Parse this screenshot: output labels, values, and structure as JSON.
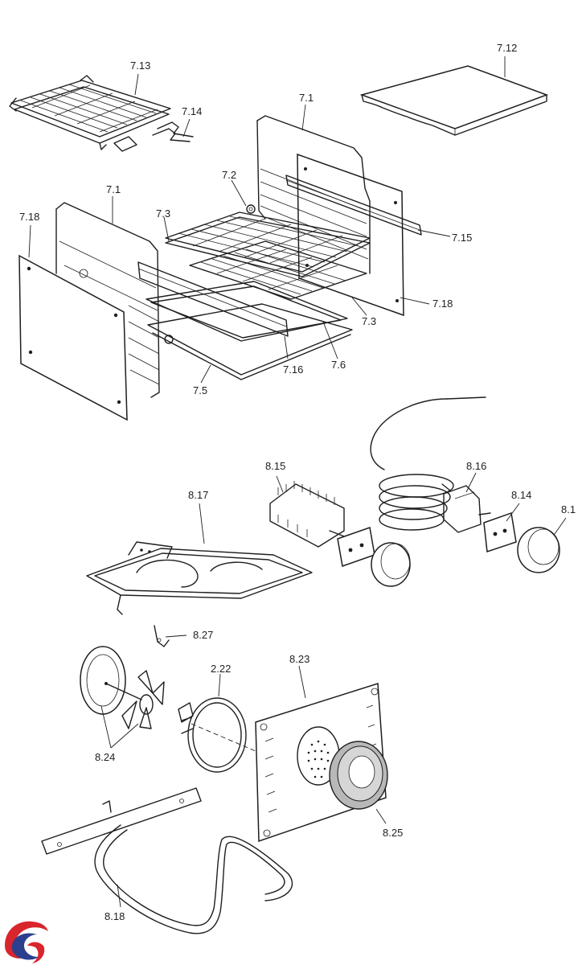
{
  "labels": {
    "l_7_13": "7.13",
    "l_7_14": "7.14",
    "l_7_12": "7.12",
    "l_7_1_right": "7.1",
    "l_7_2": "7.2",
    "l_7_1_left": "7.1",
    "l_7_3_top": "7.3",
    "l_7_18_left": "7.18",
    "l_7_15": "7.15",
    "l_7_18_right": "7.18",
    "l_7_3_bottom": "7.3",
    "l_7_16": "7.16",
    "l_7_6": "7.6",
    "l_7_5": "7.5",
    "l_8_15": "8.15",
    "l_8_16": "8.16",
    "l_8_17": "8.17",
    "l_8_14": "8.14",
    "l_8_1": "8.1",
    "l_8_27": "8.27",
    "l_2_22": "2.22",
    "l_8_23": "8.23",
    "l_8_24": "8.24",
    "l_8_25": "8.25",
    "l_8_18": "8.18"
  },
  "colors": {
    "line": "#1e1e1e",
    "logo_red": "#d8262c",
    "logo_blue": "#2b3f8e",
    "element_fill": "#b8b8b8"
  }
}
